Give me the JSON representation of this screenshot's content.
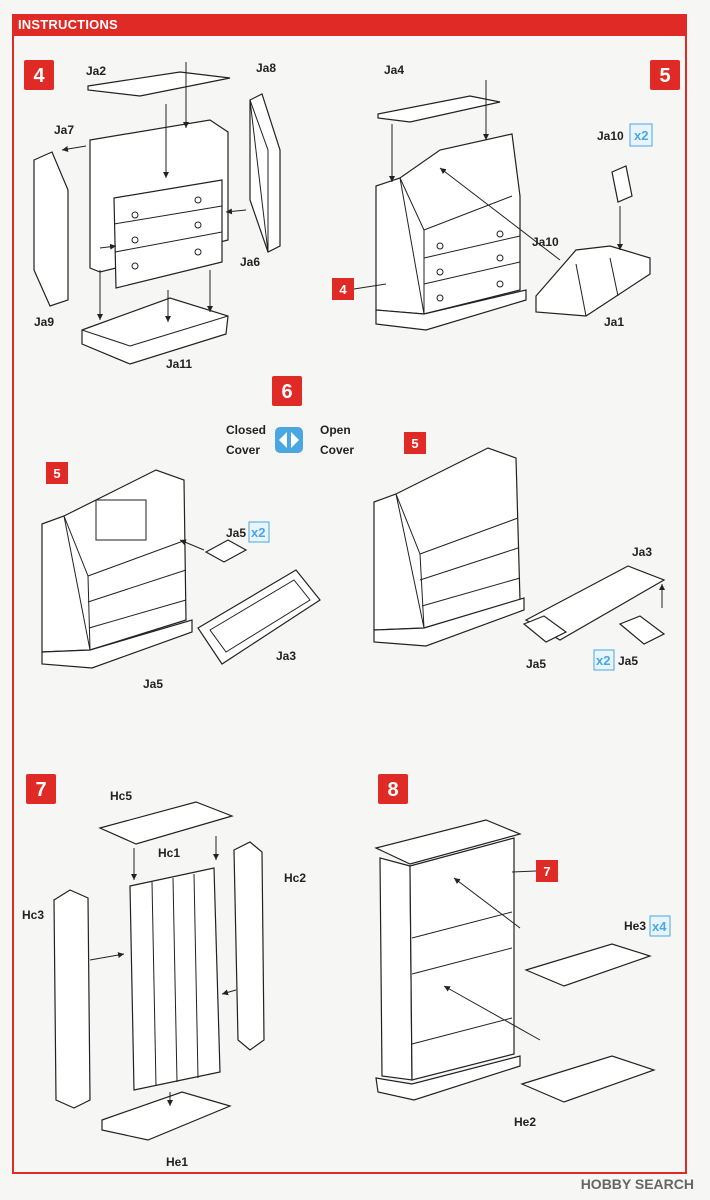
{
  "header": {
    "title": "INSTRUCTIONS"
  },
  "steps": {
    "s4": "4",
    "s5": "5",
    "s6": "6",
    "s7": "7",
    "s8": "8"
  },
  "toggle": {
    "closed": "Closed",
    "cover1": "Cover",
    "open": "Open",
    "cover2": "Cover"
  },
  "labels": {
    "ja2": "Ja2",
    "ja8": "Ja8",
    "ja7": "Ja7",
    "ja6": "Ja6",
    "ja9": "Ja9",
    "ja11": "Ja11",
    "ja4": "Ja4",
    "ja10a": "Ja10",
    "ja10b": "Ja10",
    "ja1": "Ja1",
    "ja5a": "Ja5",
    "ja5b": "Ja5",
    "ja3a": "Ja3",
    "ja3b": "Ja3",
    "ja5c": "Ja5",
    "ja5d": "Ja5",
    "hc5": "Hc5",
    "hc1": "Hc1",
    "hc2": "Hc2",
    "hc3": "Hc3",
    "he1": "He1",
    "he3": "He3",
    "he2": "He2"
  },
  "refs": {
    "r4": "4",
    "r5a": "5",
    "r5b": "5",
    "r7": "7"
  },
  "mult": {
    "m_ja10": "x2",
    "m_ja5a": "x2",
    "m_ja5b": "x2",
    "m_he3": "x4"
  },
  "watermark": "HOBBY SEARCH",
  "colors": {
    "accent": "#e02a26",
    "multiplier": "#4aa7e0"
  }
}
